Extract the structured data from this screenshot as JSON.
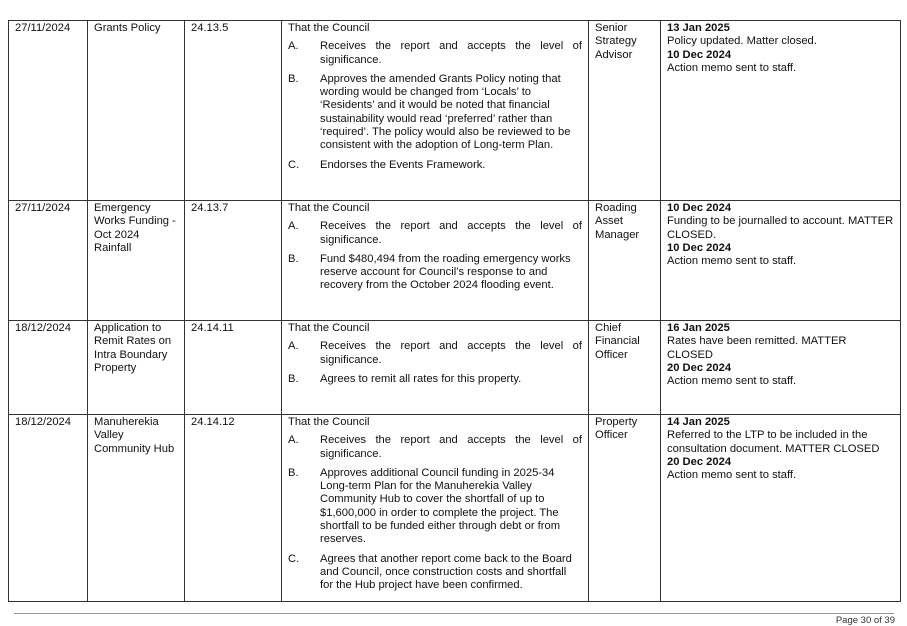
{
  "rows": [
    {
      "date": "27/11/2024",
      "subject": "Grants Policy",
      "ref": "24.13.5",
      "intro": "That the Council",
      "items": [
        {
          "letter": "A.",
          "text": "Receives the report and accepts the level of significance."
        },
        {
          "letter": "B.",
          "text": "Approves the amended Grants Policy noting that wording would be changed from ‘Locals’ to ‘Residents’ and it would be noted that financial sustainability would read ‘preferred’ rather than ‘required’.  The policy would also be reviewed to be consistent with the adoption of Long-term Plan."
        },
        {
          "letter": "C.",
          "text": "Endorses the Events Framework."
        }
      ],
      "responsible": "Senior Strategy Advisor",
      "actions": [
        {
          "date": "13 Jan 2025",
          "note": "Policy updated. Matter closed."
        },
        {
          "date": "10 Dec 2024",
          "note": "Action memo sent to staff."
        }
      ]
    },
    {
      "date": "27/11/2024",
      "subject": "Emergency Works Funding - Oct 2024 Rainfall",
      "ref": "24.13.7",
      "intro": "That the Council",
      "items": [
        {
          "letter": "A.",
          "text": "Receives the report and accepts the level of significance."
        },
        {
          "letter": "B.",
          "text": "Fund $480,494 from the roading emergency works reserve account for Council’s response to and recovery from the October 2024 flooding event."
        }
      ],
      "responsible": "Roading Asset Manager",
      "actions": [
        {
          "date": "10 Dec 2024",
          "note": "Funding to be journalled to account. MATTER CLOSED."
        },
        {
          "date": "10 Dec 2024",
          "note": "Action memo sent to staff."
        }
      ]
    },
    {
      "date": "18/12/2024",
      "subject": "Application to Remit Rates on Intra Boundary Property",
      "ref": "24.14.11",
      "intro": "That the Council",
      "items": [
        {
          "letter": "A.",
          "text": "Receives the report and accepts the level of significance."
        },
        {
          "letter": "B.",
          "text": "Agrees to remit all rates for this property."
        }
      ],
      "responsible": "Chief Financial Officer",
      "actions": [
        {
          "date": "16 Jan 2025",
          "note": "Rates have been remitted. MATTER CLOSED"
        },
        {
          "date": "20 Dec 2024",
          "note": "Action memo sent to staff."
        }
      ]
    },
    {
      "date": "18/12/2024",
      "subject": "Manuherekia Valley Community Hub",
      "ref": "24.14.12",
      "intro": "That the Council",
      "items": [
        {
          "letter": "A.",
          "text": "Receives the report and accepts the level of significance."
        },
        {
          "letter": "B.",
          "text": "Approves additional Council funding in 2025-34 Long-term Plan for the Manuherekia Valley Community Hub to cover the shortfall of up to $1,600,000 in order to complete the project. The shortfall to be funded either through debt or from reserves."
        },
        {
          "letter": "C.",
          "text": "Agrees that another report come back to the Board and Council, once construction costs and shortfall for the Hub project have been confirmed."
        }
      ],
      "responsible": "Property Officer",
      "actions": [
        {
          "date": "14 Jan 2025",
          "note": "Referred to the LTP to be included in the consultation document. MATTER CLOSED"
        },
        {
          "date": "20 Dec 2024",
          "note": "Action memo sent to staff."
        }
      ]
    }
  ],
  "footer": {
    "page": "Page 30 of 39"
  }
}
